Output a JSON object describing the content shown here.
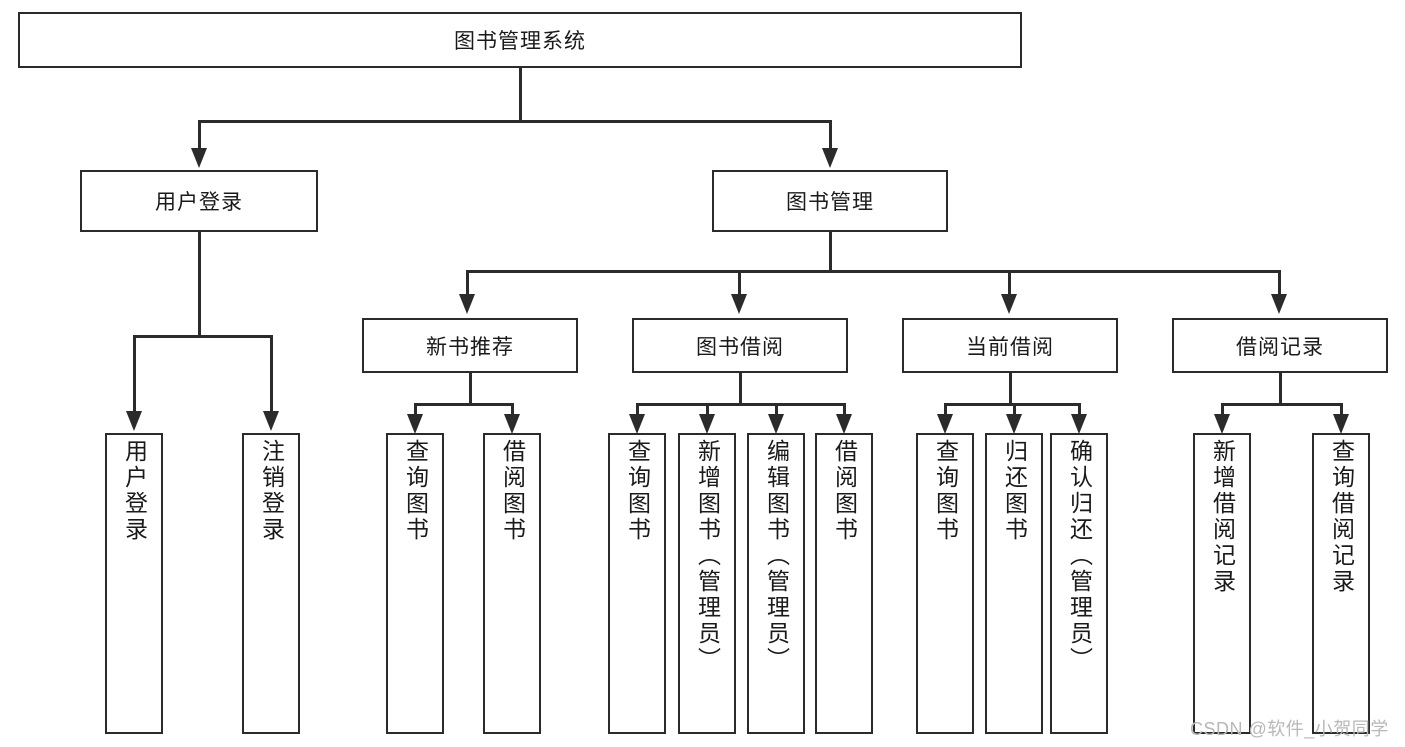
{
  "diagram": {
    "type": "hierarchy-tree",
    "title": "图书管理系统",
    "watermark": "CSDN @软件_小贺同学",
    "root": {
      "label": "图书管理系统"
    },
    "level1": [
      {
        "label": "用户登录"
      },
      {
        "label": "图书管理"
      }
    ],
    "level2": [
      {
        "label": "新书推荐"
      },
      {
        "label": "图书借阅"
      },
      {
        "label": "当前借阅"
      },
      {
        "label": "借阅记录"
      }
    ],
    "leaves": {
      "user_login": [
        {
          "label": "用户登录"
        },
        {
          "label": "注销登录"
        }
      ],
      "new_book_recommend": [
        {
          "label": "查询图书"
        },
        {
          "label": "借阅图书"
        }
      ],
      "book_borrow": [
        {
          "label": "查询图书"
        },
        {
          "label": "新增图书（管理员）"
        },
        {
          "label": "编辑图书（管理员）"
        },
        {
          "label": "借阅图书"
        }
      ],
      "current_borrow": [
        {
          "label": "查询图书"
        },
        {
          "label": "归还图书"
        },
        {
          "label": "确认归还（管理员）"
        }
      ],
      "borrow_record": [
        {
          "label": "新增借阅记录"
        },
        {
          "label": "查询借阅记录"
        }
      ]
    },
    "colors": {
      "stroke": "#2b2b2b",
      "fill": "#ffffff",
      "text": "#1a1a1a",
      "watermark": "#b8b8b8"
    }
  }
}
